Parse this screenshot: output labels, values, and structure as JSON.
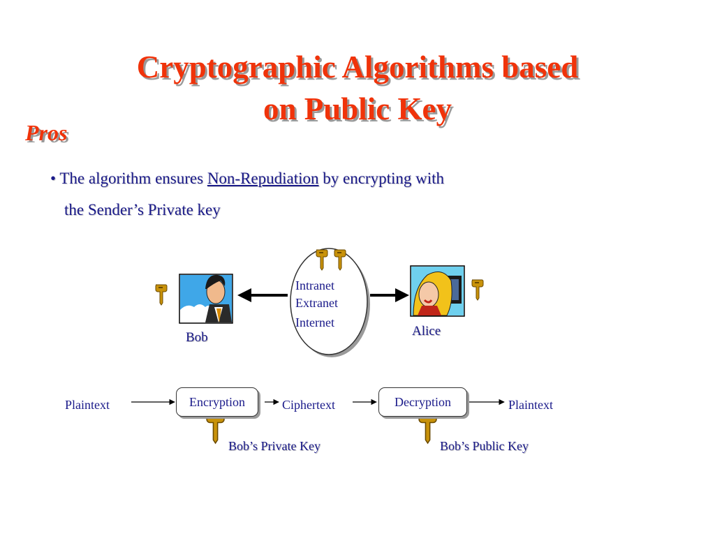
{
  "slide": {
    "title_line1": "Cryptographic Algorithms based",
    "title_line2": "on Public Key",
    "pros_label": "Pros",
    "bullet_part1": "• The algorithm ensures ",
    "bullet_underlined": "Non-Repudiation",
    "bullet_part2": " by encrypting with",
    "bullet_line2": "the Sender’s Private key"
  },
  "network": {
    "bob_label": "Bob",
    "alice_label": "Alice",
    "cloud_items": [
      "Intranet",
      "Extranet",
      "Internet"
    ]
  },
  "flow": {
    "plaintext_in": "Plaintext",
    "encryption": "Encryption",
    "ciphertext": "Ciphertext",
    "decryption": "Decryption",
    "plaintext_out": "Plaintext",
    "private_key_label": "Bob’s Private Key",
    "public_key_label": "Bob’s Public Key"
  },
  "colors": {
    "title": "#f0330a",
    "text": "#1a1a8a",
    "key_gold": "#c8920a"
  },
  "icons": [
    "key-icon",
    "person-icon"
  ]
}
